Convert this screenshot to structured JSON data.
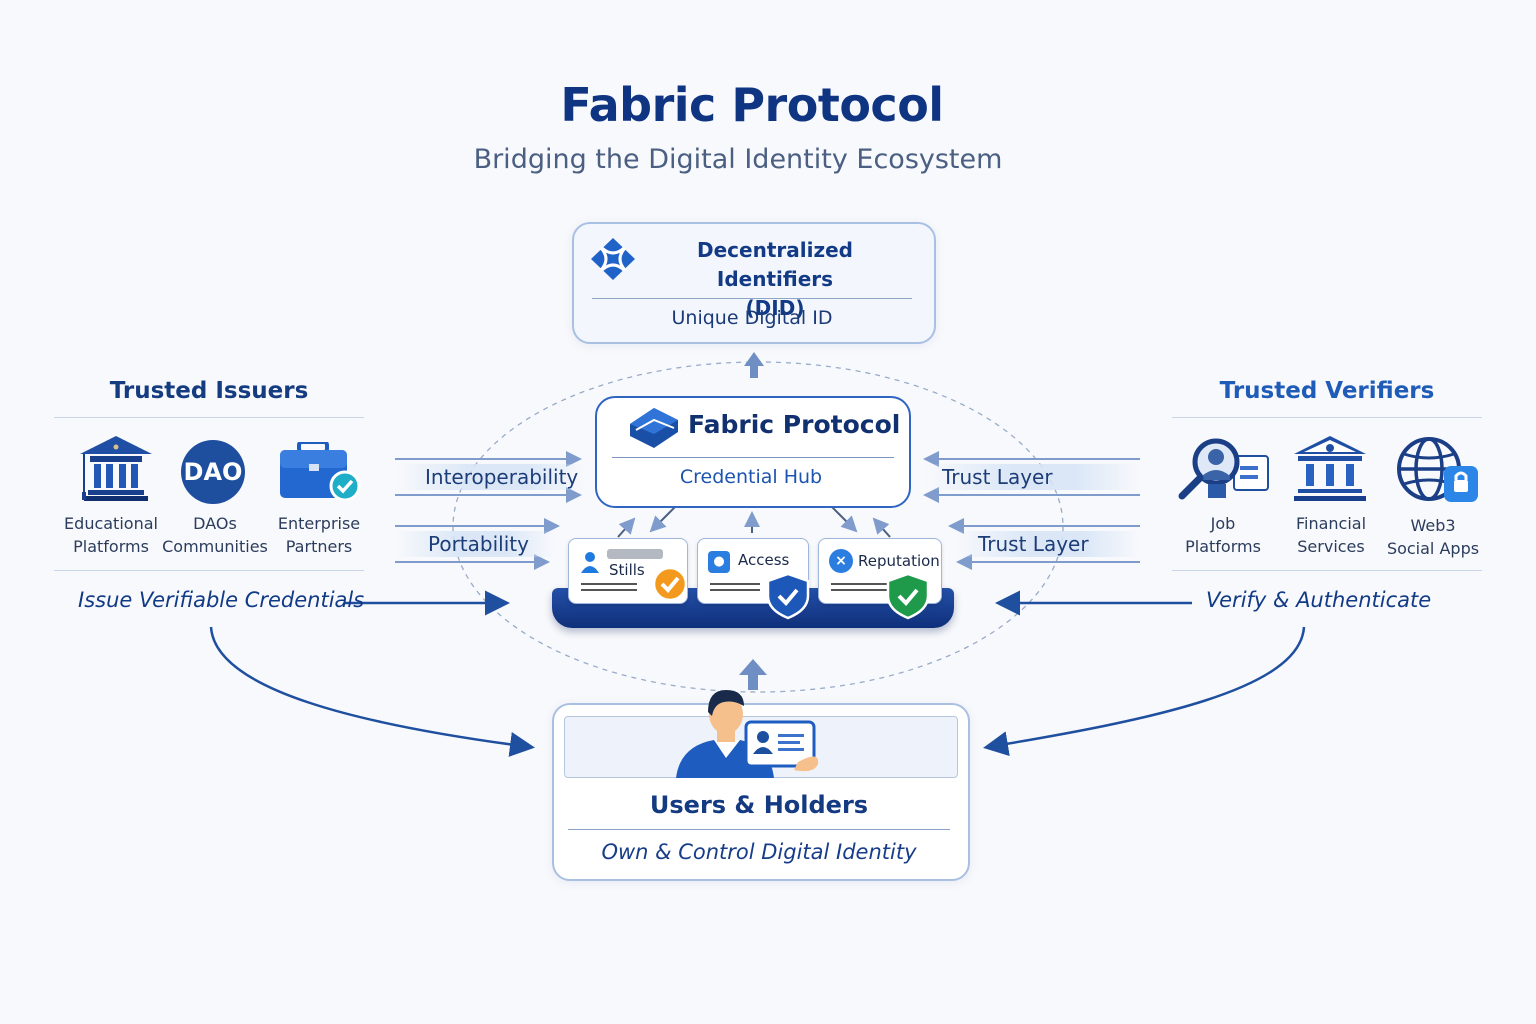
{
  "header": {
    "title": "Fabric Protocol",
    "subtitle": "Bridging the Digital Identity Ecosystem"
  },
  "did": {
    "icon": "did-network-icon",
    "title_line1": "Decentralized Identifiers",
    "title_line2": "(DID)",
    "subtitle": "Unique Digital ID"
  },
  "issuers": {
    "title": "Trusted Issuers",
    "items": [
      {
        "icon": "university-icon",
        "line1": "Educational",
        "line2": "Platforms"
      },
      {
        "icon": "dao-icon",
        "badge": "DAO",
        "line1": "DAOs",
        "line2": "Communities"
      },
      {
        "icon": "briefcase-check-icon",
        "line1": "Enterprise",
        "line2": "Partners"
      }
    ],
    "action": "Issue Verifiable Credentials"
  },
  "verifiers": {
    "title": "Trusted Verifiers",
    "items": [
      {
        "icon": "job-search-icon",
        "line1": "Job",
        "line2": "Platforms"
      },
      {
        "icon": "bank-icon",
        "line1": "Financial",
        "line2": "Services"
      },
      {
        "icon": "globe-lock-icon",
        "line1": "Web3",
        "line2": "Social Apps"
      }
    ],
    "action": "Verify & Authenticate"
  },
  "flows": {
    "left": [
      "Interoperability",
      "Portability"
    ],
    "right": [
      "Trust Layer",
      "Trust Layer"
    ]
  },
  "hub": {
    "icon": "fabric-cube-icon",
    "title": "Fabric Protocol",
    "subtitle": "Credential Hub",
    "credentials": [
      {
        "label": "Stills",
        "icon": "person-icon",
        "badge": "check-circle-icon",
        "badge_color": "#f39a1e"
      },
      {
        "label": "Access",
        "icon": "access-icon",
        "badge": "shield-check-icon",
        "badge_color": "#1d57b8"
      },
      {
        "label": "Reputation",
        "icon": "reputation-icon",
        "badge": "shield-check-icon",
        "badge_color": "#1f9a4a"
      }
    ]
  },
  "users": {
    "title": "Users & Holders",
    "subtitle": "Own & Control Digital Identity"
  },
  "colors": {
    "primary": "#0f3482",
    "accent": "#1f5fc4",
    "border": "#a9c0e3",
    "background": "#f8f9fc"
  }
}
